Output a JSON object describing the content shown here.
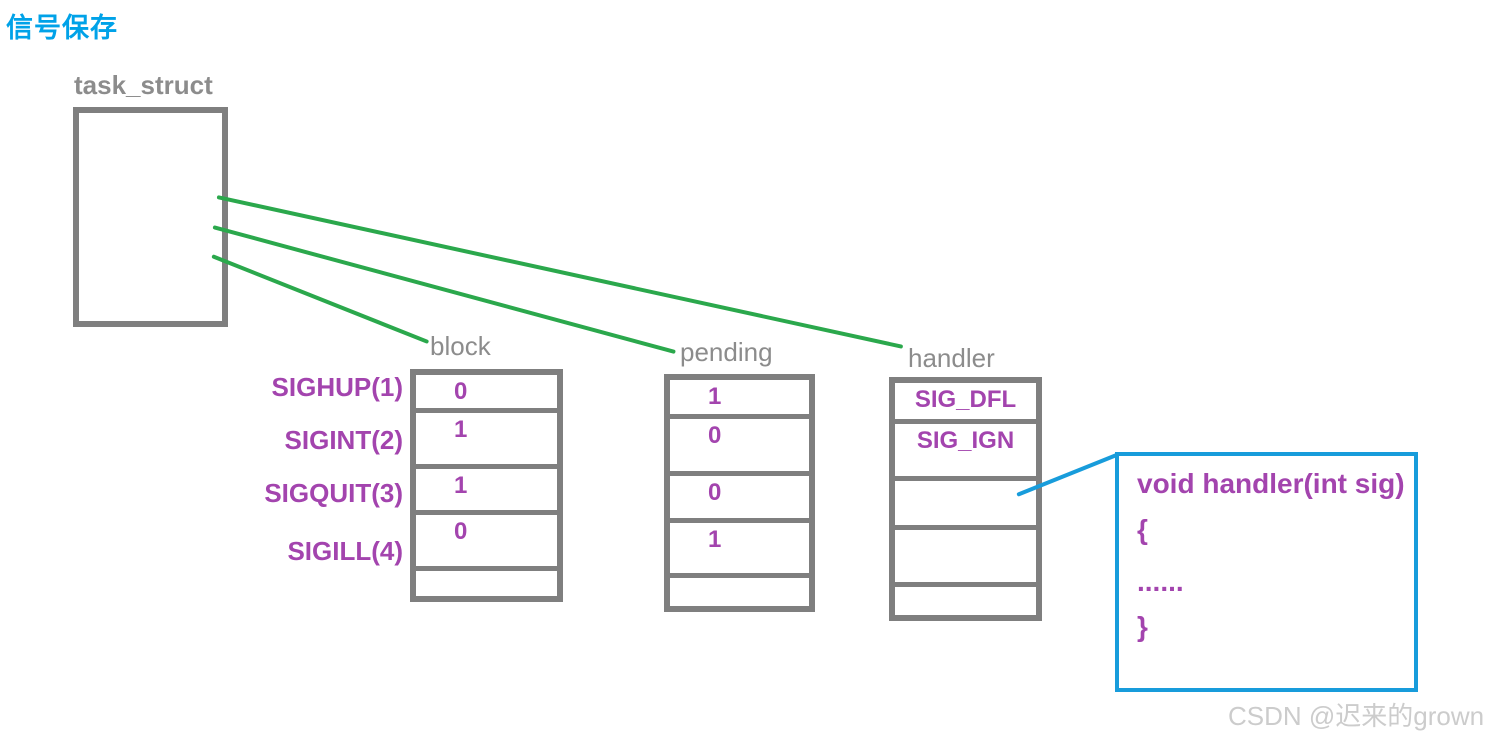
{
  "page": {
    "title": "信号保存"
  },
  "diagram": {
    "task_struct": {
      "label": "task_struct"
    },
    "signal_labels": [
      "SIGHUP(1)",
      "SIGINT(2)",
      "SIGQUIT(3)",
      "SIGILL(4)"
    ],
    "tables": [
      {
        "id": "block",
        "label": "block",
        "cells": [
          "0",
          "1",
          "1",
          "0",
          ""
        ]
      },
      {
        "id": "pending",
        "label": "pending",
        "cells": [
          "1",
          "0",
          "0",
          "1",
          ""
        ]
      },
      {
        "id": "handler",
        "label": "handler",
        "cells": [
          "SIG_DFL",
          "SIG_IGN",
          "",
          "",
          ""
        ]
      }
    ],
    "code_box": {
      "lines": [
        "void handler(int sig)",
        "{",
        "......",
        "}"
      ]
    },
    "colors": {
      "title_blue": "#00A2E8",
      "green_arrow": "#2BA84C",
      "purple_text": "#A344AE",
      "gray_border": "#7F7F7F",
      "gray_label": "#8C8C8C",
      "blue_callout": "#189CDB"
    }
  },
  "watermark": {
    "text": "CSDN @迟来的grown"
  }
}
